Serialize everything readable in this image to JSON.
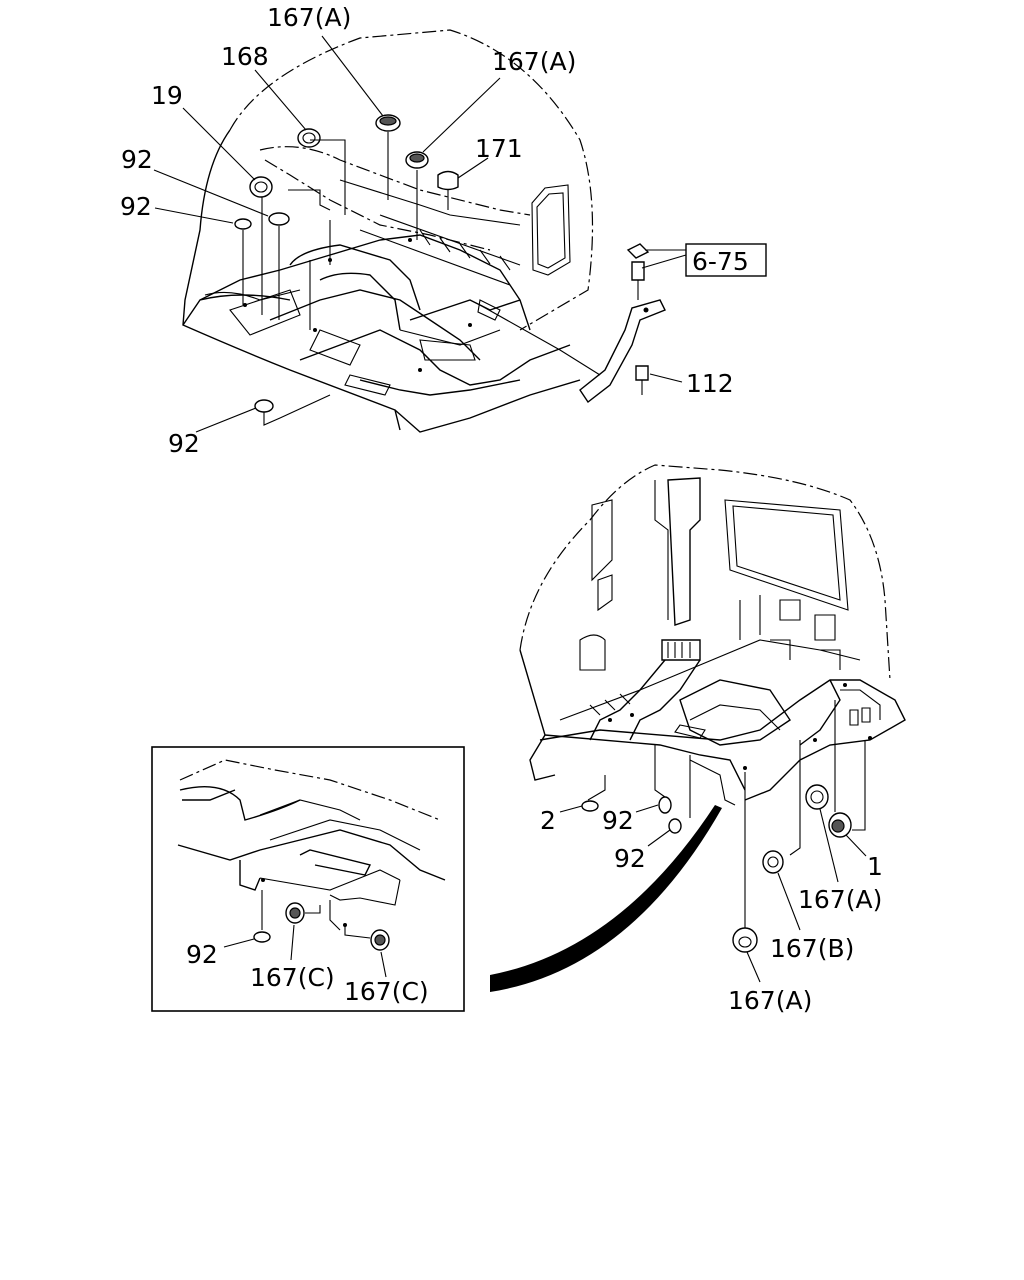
{
  "labels": {
    "l167a_1": "167(A)",
    "l168": "168",
    "l167a_2": "167(A)",
    "l19": "19",
    "l171": "171",
    "l92_1": "92",
    "l92_2": "92",
    "l675": "6-75",
    "l112": "112",
    "l92_3": "92",
    "l2": "2",
    "l92_4": "92",
    "l92_5": "92",
    "l1": "1",
    "l167a_3": "167(A)",
    "l167b": "167(B)",
    "l167a_4": "167(A)",
    "l92_6": "92",
    "l167c_1": "167(C)",
    "l167c_2": "167(C)"
  }
}
